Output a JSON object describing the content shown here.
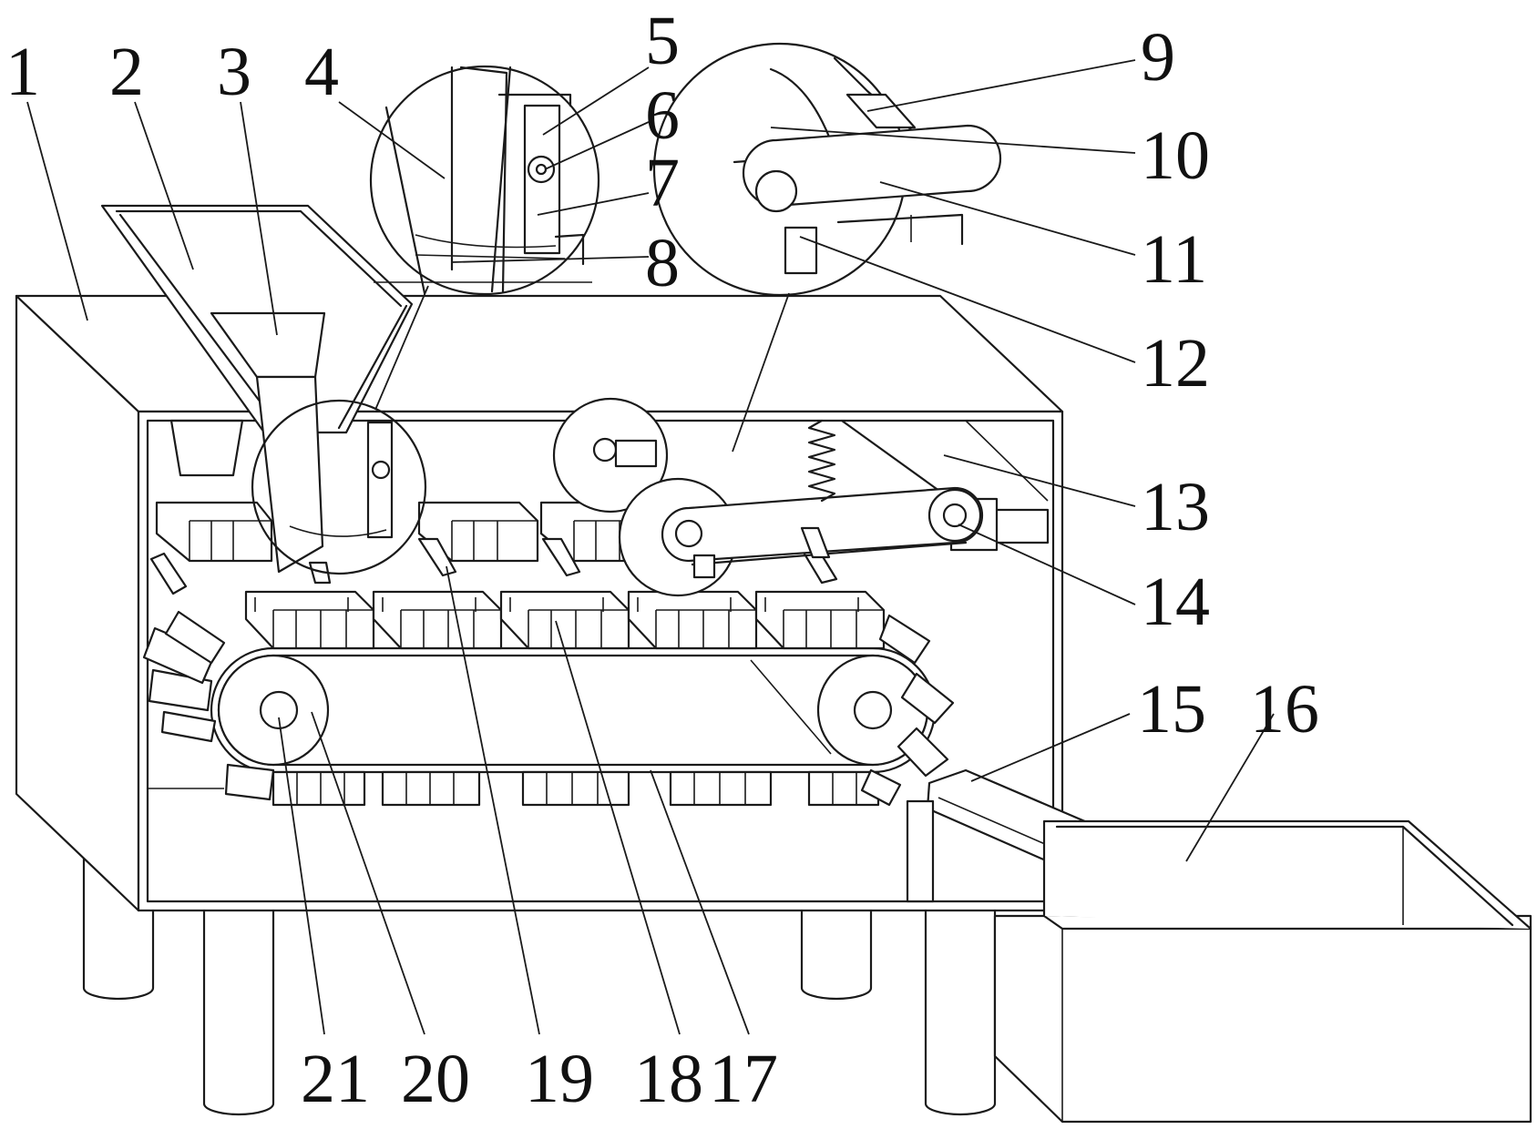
{
  "figure": {
    "labels": [
      {
        "id": "1",
        "text": "1"
      },
      {
        "id": "2",
        "text": "2"
      },
      {
        "id": "3",
        "text": "3"
      },
      {
        "id": "4",
        "text": "4"
      },
      {
        "id": "5",
        "text": "5"
      },
      {
        "id": "6",
        "text": "6"
      },
      {
        "id": "7",
        "text": "7"
      },
      {
        "id": "8",
        "text": "8"
      },
      {
        "id": "9",
        "text": "9"
      },
      {
        "id": "10",
        "text": "10"
      },
      {
        "id": "11",
        "text": "11"
      },
      {
        "id": "12",
        "text": "12"
      },
      {
        "id": "13",
        "text": "13"
      },
      {
        "id": "14",
        "text": "14"
      },
      {
        "id": "15",
        "text": "15"
      },
      {
        "id": "16",
        "text": "16"
      },
      {
        "id": "17",
        "text": "17"
      },
      {
        "id": "18",
        "text": "18"
      },
      {
        "id": "19",
        "text": "19"
      },
      {
        "id": "20",
        "text": "20"
      },
      {
        "id": "21",
        "text": "21"
      }
    ]
  }
}
